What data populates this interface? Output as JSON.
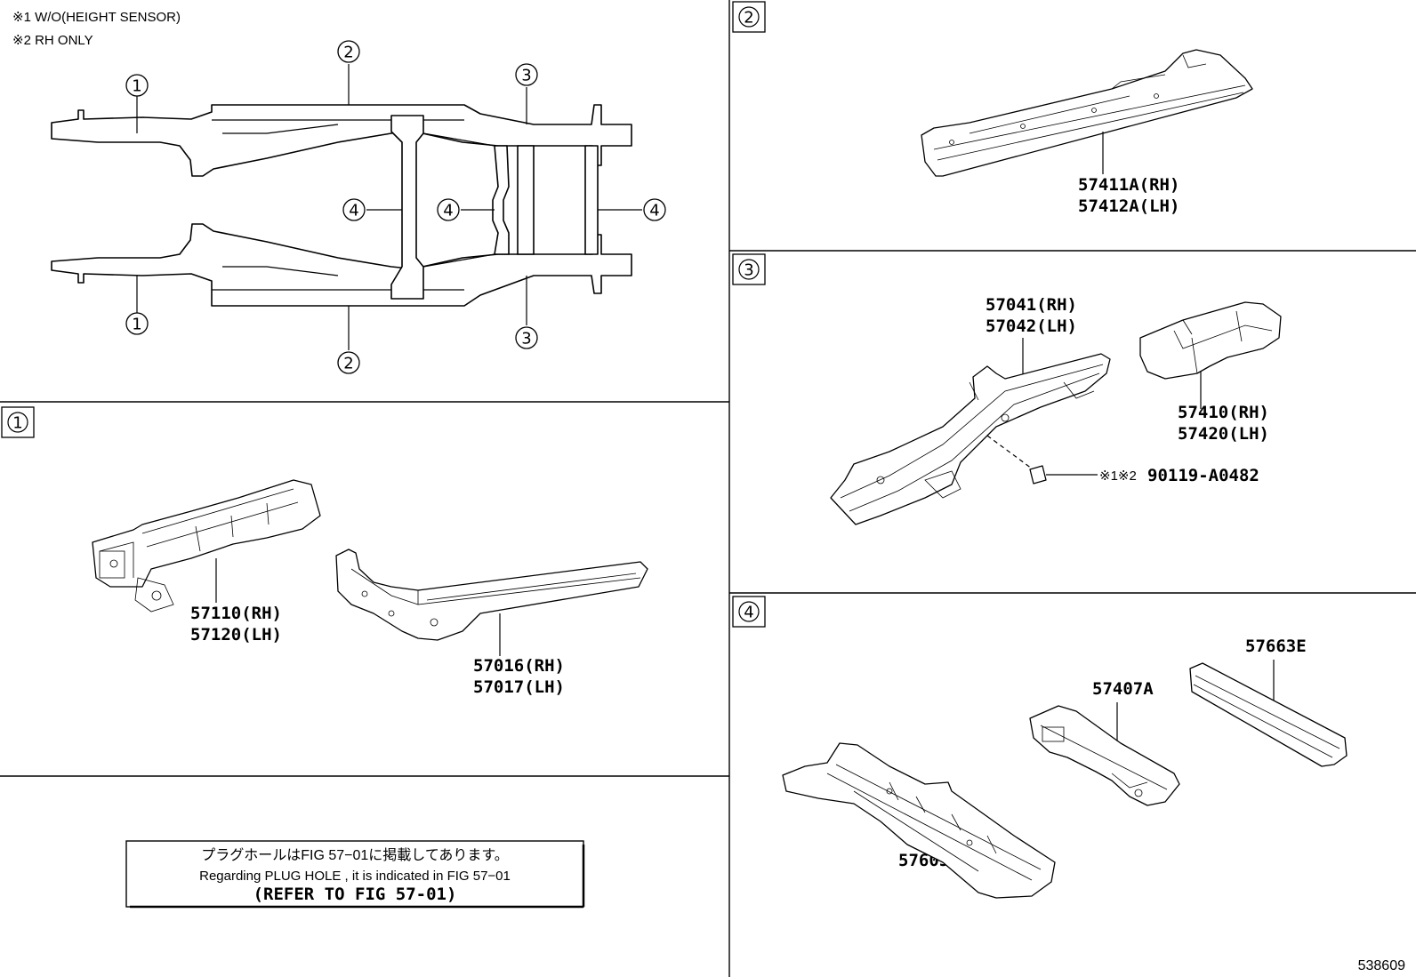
{
  "notes": {
    "note1": "※1 W/O(HEIGHT SENSOR)",
    "note2": "※2 RH ONLY"
  },
  "callouts": {
    "c1": "1",
    "c2": "2",
    "c3": "3",
    "c4": "4"
  },
  "sections": {
    "s1": "1",
    "s2": "2",
    "s3": "3",
    "s4": "4"
  },
  "parts": {
    "p57110": "57110(RH)",
    "p57120": "57120(LH)",
    "p57016": "57016(RH)",
    "p57017": "57017(LH)",
    "p57411A": "57411A(RH)",
    "p57412A": "57412A(LH)",
    "p57041": "57041(RH)",
    "p57042": "57042(LH)",
    "p57410": "57410(RH)",
    "p57420": "57420(LH)",
    "bolt_note": "※1※2",
    "bolt": "90119-A0482",
    "p57663E": "57663E",
    "p57407A": "57407A",
    "p57605D": "57605D"
  },
  "info_box": {
    "jp": "プラグホールはFIG 57−01に掲載してあります。",
    "en": "Regarding  PLUG  HOLE , it is indicated in  FIG  57−01",
    "ref": "(REFER TO FIG 57-01)"
  },
  "figure_id": "538609"
}
